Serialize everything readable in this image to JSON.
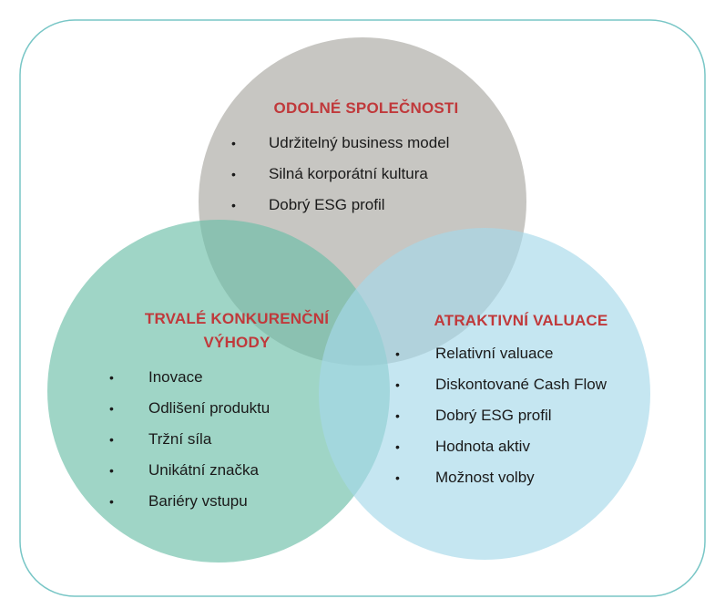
{
  "diagram": {
    "circles": [
      {
        "id": "top",
        "title": "ODOLNÉ SPOLEČNOSTI",
        "items": [
          "Udržitelný business model",
          "Silná korporátní kultura",
          "Dobrý ESG profil"
        ]
      },
      {
        "id": "left",
        "title_lines": [
          "TRVALÉ KONKURENČNÍ",
          "VÝHODY"
        ],
        "items": [
          "Inovace",
          "Odlišení produktu",
          "Tržní síla",
          "Unikátní značka",
          "Bariéry vstupu"
        ]
      },
      {
        "id": "right",
        "title": "ATRAKTIVNÍ VALUACE",
        "items": [
          "Relativní valuace",
          "Diskontované Cash Flow",
          "Dobrý ESG profil",
          "Hodnota aktiv",
          "Možnost volby"
        ]
      }
    ],
    "colors": {
      "frame_border": "#78c6c6",
      "top_circle": "#a9a7a1",
      "left_circle": "#6bbfa7",
      "right_circle": "#a6d9ea",
      "title_text": "#c0393b",
      "item_text": "#1a1a1a"
    },
    "bullet": "•"
  }
}
